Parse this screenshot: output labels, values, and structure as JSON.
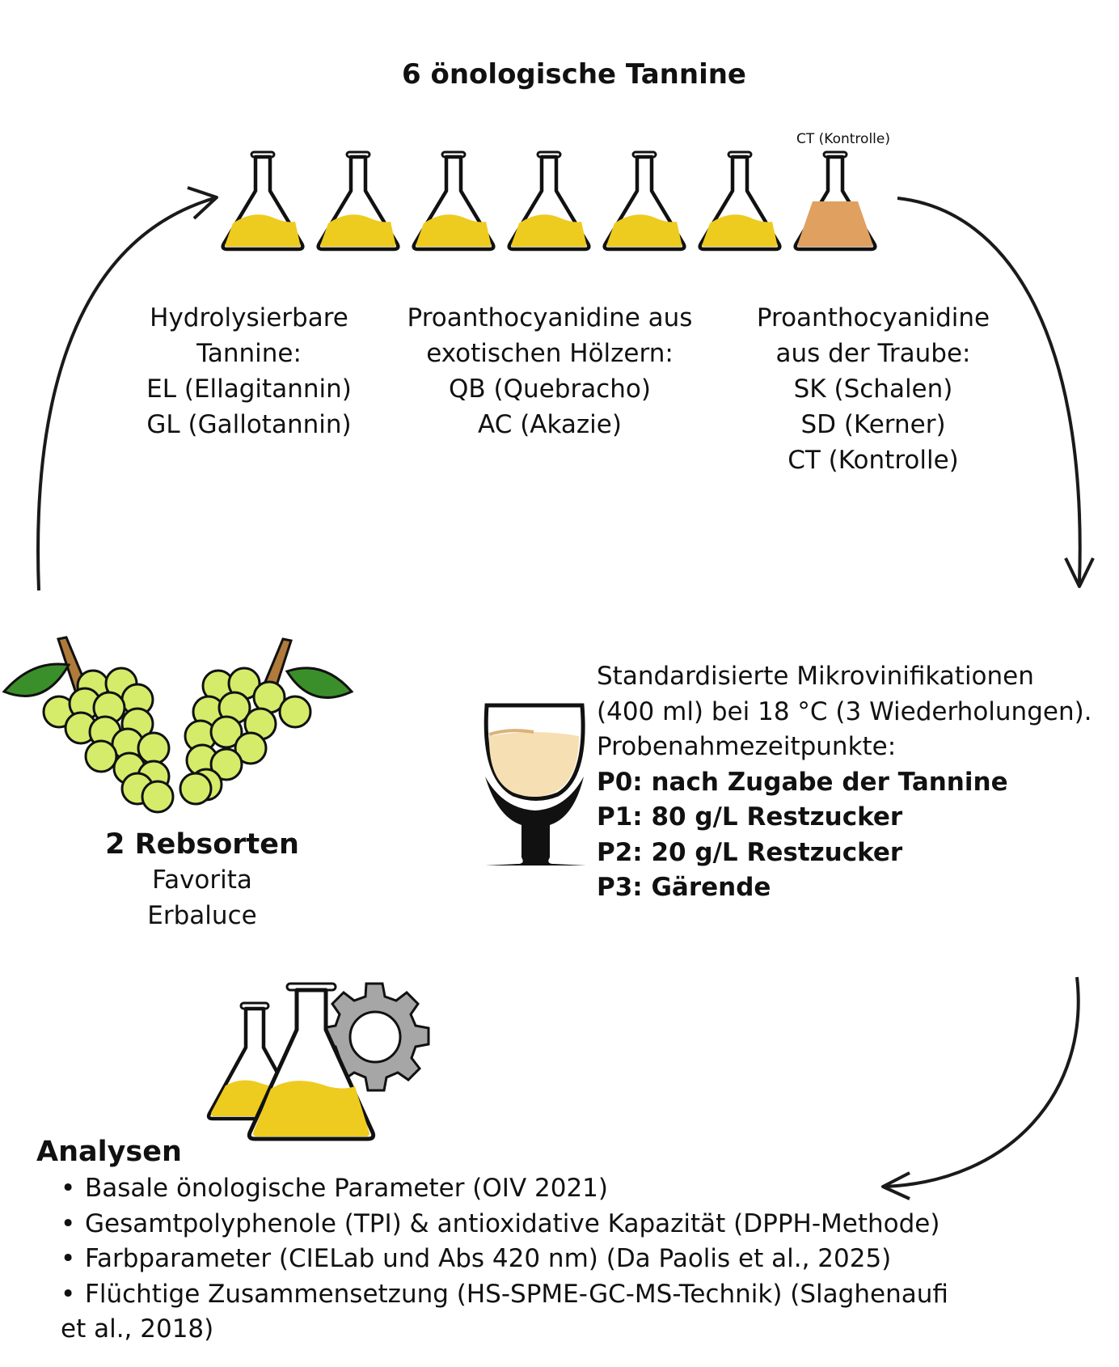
{
  "title": "6 önologische Tannine",
  "control_flask_caption": "CT (Kontrolle)",
  "colors": {
    "tannin_fill": "#eecb1f",
    "control_fill": "#e0a060",
    "grape": "#d4ec6a",
    "grape_stem": "#b07a3a",
    "leaf": "#3a8f2a",
    "wine": "#f6dfb2",
    "gear": "#a6a6a6"
  },
  "tannin_groups": [
    {
      "lines": [
        "Hydrolysierbare",
        "Tannine:",
        "EL (Ellagitannin)",
        "GL (Gallotannin)"
      ]
    },
    {
      "lines": [
        "Proanthocyanidine aus",
        "exotischen Hölzern:",
        "QB (Quebracho)",
        "AC (Akazie)"
      ]
    },
    {
      "lines": [
        "Proanthocyanidine",
        "aus der Traube:",
        "SK (Schalen)",
        "SD (Kerner)",
        "CT (Kontrolle)"
      ]
    }
  ],
  "grapes": {
    "heading": "2 Rebsorten",
    "varieties": [
      "Favorita",
      "Erbaluce"
    ]
  },
  "microvinification": {
    "lines": [
      "Standardisierte Mikrovinifikationen",
      "(400 ml) bei 18 °C (3 Wiederholungen).",
      "Probenahmezeitpunkte:"
    ],
    "sampling_points": [
      "P0: nach Zugabe der Tannine",
      "P1: 80 g/L Restzucker",
      "P2: 20 g/L Restzucker",
      "P3: Gärende"
    ]
  },
  "analyses": {
    "heading": "Analysen",
    "bullet": "•",
    "items": [
      "Basale önologische Parameter (OIV 2021)",
      "Gesamtpolyphenole (TPI) & antioxidative Kapazität (DPPH-Methode)",
      "Farbparameter (CIELab und Abs 420 nm) (Da Paolis et al., 2025)",
      "Flüchtige Zusammensetzung (HS-SPME-GC-MS-Technik) (Slaghenaufi"
    ],
    "item_continuation": "et al., 2018)"
  }
}
